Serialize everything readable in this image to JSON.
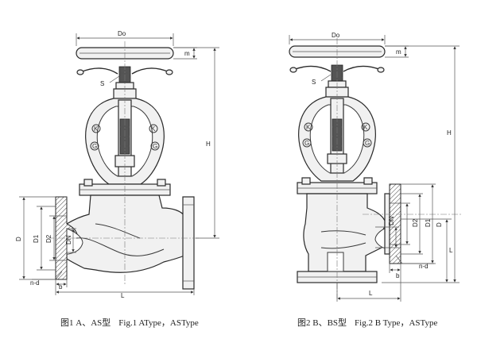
{
  "fig_a": {
    "labels": {
      "do": "Do",
      "m": "m",
      "s": "S",
      "h": "H",
      "d": "D",
      "d1": "D1",
      "d2": "D2",
      "dn": "DN",
      "nd": "n-d",
      "b": "b",
      "l": "L"
    },
    "handwheel_marks": [
      "K",
      "K",
      "G",
      "G"
    ],
    "caption_cn": "图1 A、AS型",
    "caption_en": "Fig.1 AType，ASType"
  },
  "fig_b": {
    "labels": {
      "do": "Do",
      "m": "m",
      "s": "S",
      "h": "H",
      "d": "D",
      "d1": "D1",
      "d2": "D2",
      "dn": "DN",
      "nd": "n-d",
      "b": "b",
      "l": "L",
      "l2": "L"
    },
    "handwheel_marks": [
      "K",
      "K",
      "G",
      "G"
    ],
    "caption_cn": "图2 B、BS型",
    "caption_en": "Fig.2 B Type，ASType"
  }
}
